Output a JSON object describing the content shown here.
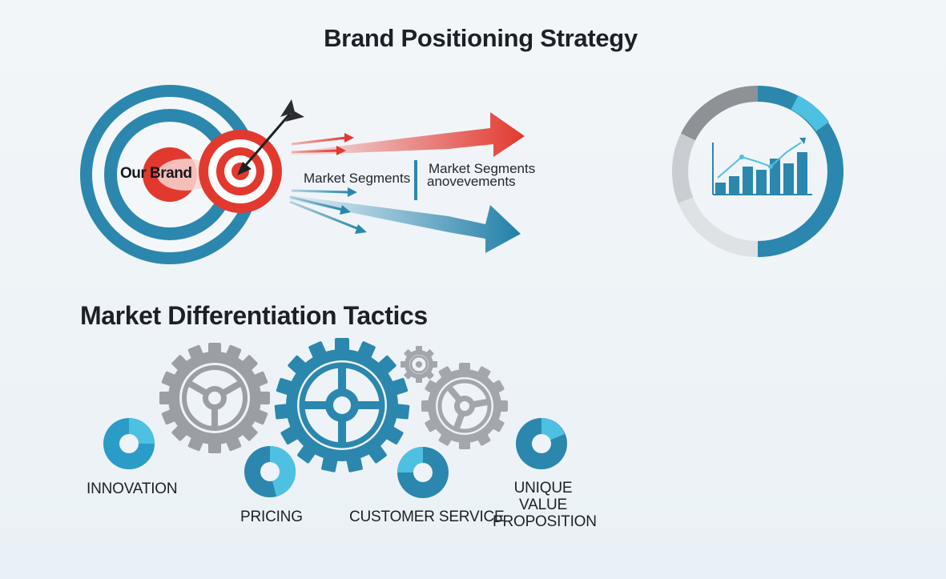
{
  "header": {
    "title": "Brand Positioning Strategy"
  },
  "positioning": {
    "brand_label": "Our Brand",
    "segment_label_1": "Market Segments",
    "segment_label_2_line1": "Market Segments",
    "segment_label_2_line2": "anovevements"
  },
  "differentiation": {
    "title": "Market Differentiation Tactics",
    "tactics": [
      {
        "label": "INNOVATION"
      },
      {
        "label": "PRICING"
      },
      {
        "label": "CUSTOMER SERVICE"
      },
      {
        "label_line1": "UNIQUE VALUE",
        "label_line2": "PROPOSITION"
      }
    ]
  },
  "colors": {
    "blue": "#2b87ad",
    "light_blue": "#4ec0e2",
    "red": "#e2392f",
    "gray": "#8e9297",
    "light_gray": "#d9dcdf"
  }
}
